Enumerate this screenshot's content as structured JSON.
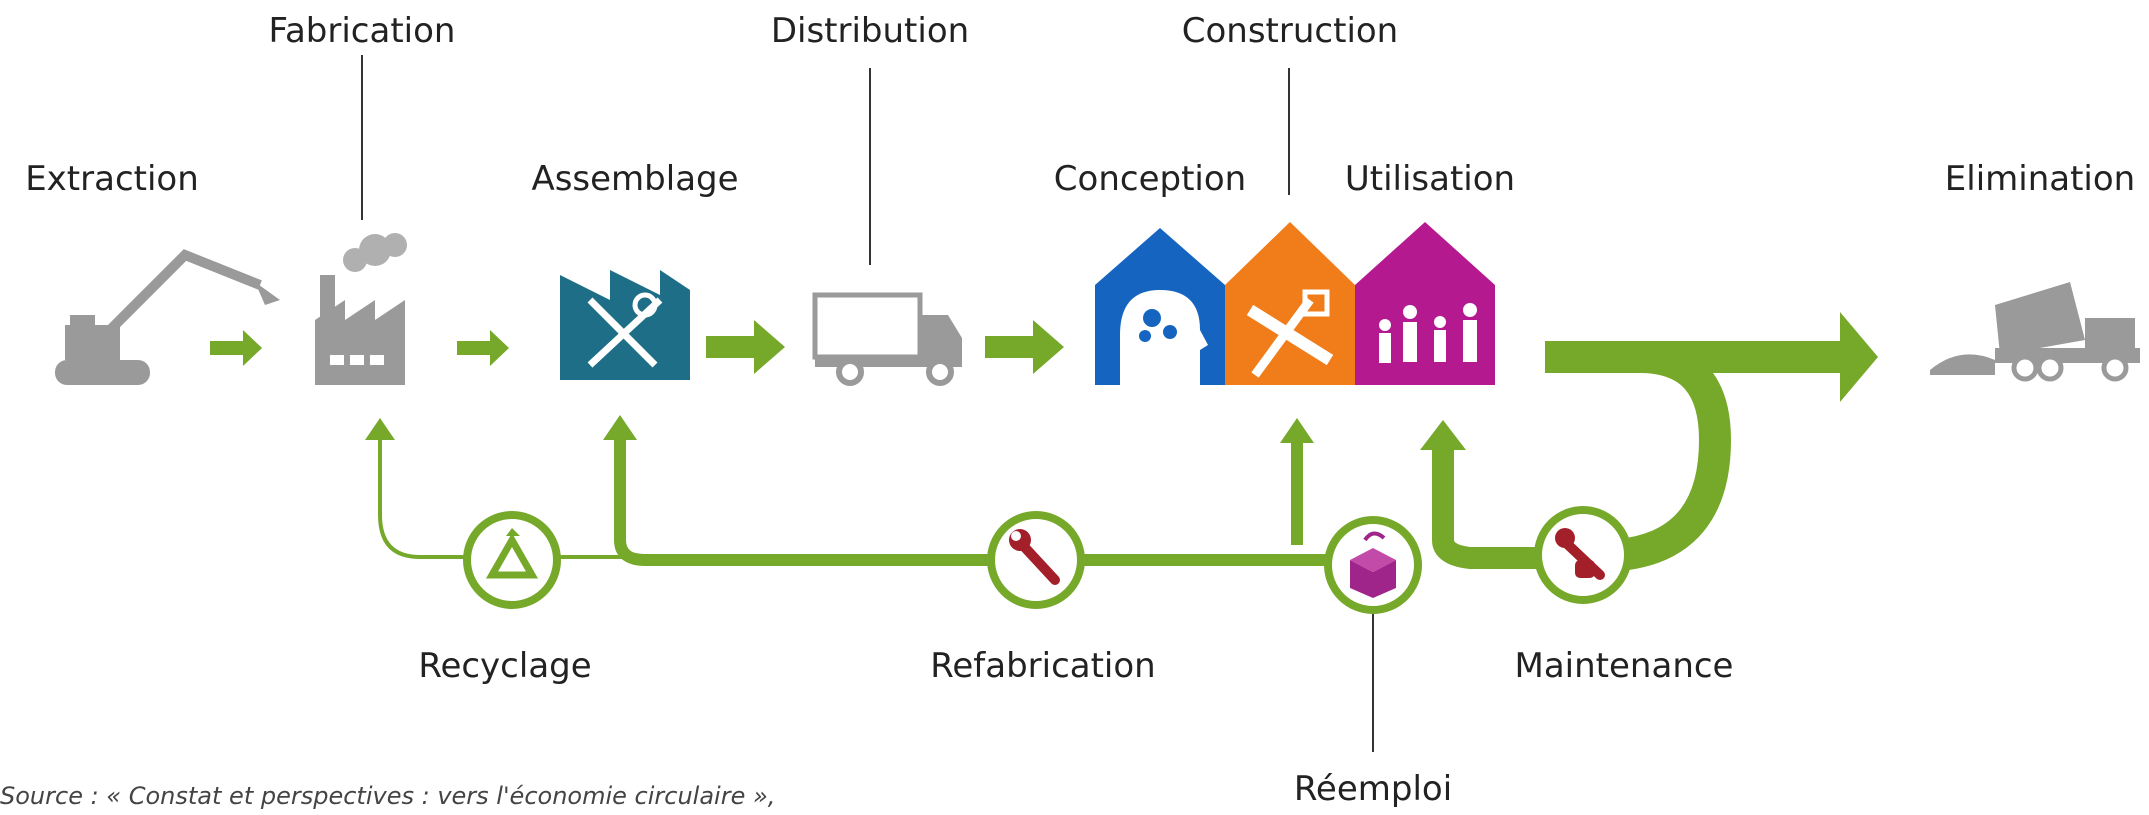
{
  "colors": {
    "green": "#76a82a",
    "teal": "#1d6e86",
    "grey": "#9a9a9a",
    "blue": "#1565c0",
    "orange": "#f07d1a",
    "magenta": "#b5198f",
    "wrench_red": "#a3202a",
    "box_purple": "#a0258a"
  },
  "stages": {
    "extraction": "Extraction",
    "fabrication": "Fabrication",
    "assemblage": "Assemblage",
    "distribution": "Distribution",
    "conception": "Conception",
    "construction": "Construction",
    "utilisation": "Utilisation",
    "elimination": "Elimination"
  },
  "loops": {
    "recyclage": "Recyclage",
    "refabrication": "Refabrication",
    "reemploi": "Réemploi",
    "maintenance": "Maintenance"
  },
  "source": "Source : « Constat et perspectives : vers l'économie circulaire »,",
  "icons": {
    "extraction": "excavator-icon",
    "fabrication": "factory-icon",
    "assemblage": "tools-workshop-icon",
    "distribution": "truck-icon",
    "conception": "head-gears-icon",
    "construction": "ruler-pencil-icon",
    "utilisation": "family-icon",
    "elimination": "dump-truck-icon",
    "recyclage": "recycle-icon",
    "refabrication": "wrench-icon",
    "reemploi": "box-icon",
    "maintenance": "hand-wrench-icon"
  }
}
